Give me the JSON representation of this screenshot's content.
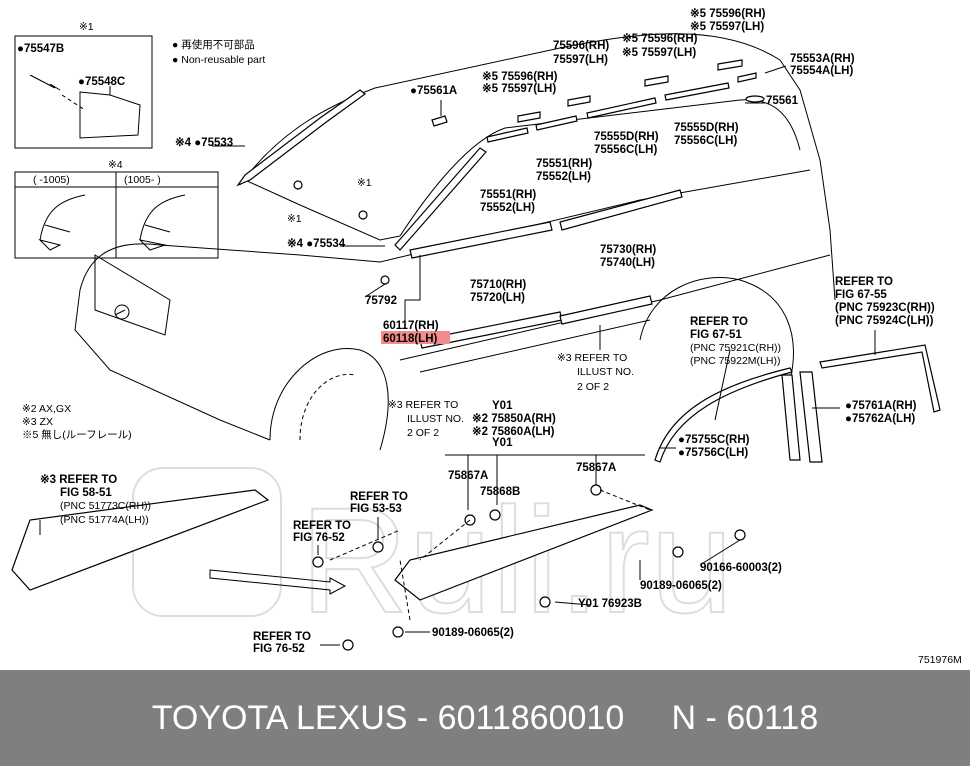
{
  "diagram": {
    "box1": {
      "note": "※1",
      "items": [
        "●75547B",
        "●75548C"
      ]
    },
    "legend": [
      "● 再使用不可部品",
      "● Non-reusable part"
    ],
    "box2": {
      "note": "※4",
      "col1": "(     -1005)",
      "col2": "(1005-     )"
    },
    "labels": {
      "l75533": "※4 ●75533",
      "l75561a": "●75561A",
      "n1a": "※1",
      "n1b": "※1",
      "l75534": "※4 ●75534",
      "a1": "75596(RH)",
      "a2": "75597(LH)",
      "b1": "※5 75596(RH)",
      "b2": "※5 75597(LH)",
      "c1": "※5 75596(RH)",
      "c2": "※5 75597(LH)",
      "d1": "※5 75596(RH)",
      "d2": "※5 75597(LH)",
      "e1": "75553A(RH)",
      "e2": "75554A(LH)",
      "l75561": "75561",
      "f1": "75555D(RH)",
      "f2": "75556C(LH)",
      "g1": "75555D(RH)",
      "g2": "75556C(LH)",
      "h1": "75551(RH)",
      "h2": "75552(LH)",
      "i1": "75551(RH)",
      "i2": "75552(LH)",
      "j1": "75730(RH)",
      "j2": "75740(LH)",
      "k1": "75710(RH)",
      "k2": "75720(LH)",
      "l75792": "75792",
      "m1": "60117(RH)",
      "m2": "60118(LH)",
      "r1": [
        "※3 REFER TO",
        "ILLUST NO.",
        "2 OF 2"
      ],
      "r2": [
        "※3 REFER TO",
        "ILLUST NO.",
        "2 OF 2"
      ],
      "r3": [
        "REFER TO",
        "FIG 67-51",
        "(PNC 75921C(RH))",
        "(PNC 75922M(LH))"
      ],
      "r4": [
        "REFER TO",
        "FIG 67-55",
        "(PNC 75923C(RH))",
        "(PNC 75924C(LH))"
      ],
      "p1": "●75761A(RH)",
      "p2": "●75762A(LH)",
      "q1": "●75755C(RH)",
      "q2": "●75756C(LH)",
      "notes": [
        "※2 AX,GX",
        "※3 ZX",
        "※5 無し(ルーフレール)"
      ],
      "y1": "Y01",
      "y2": "※2 75850A(RH)",
      "y3": "※2 75860A(LH)",
      "y4": "Y01",
      "s1": "75867A",
      "s2": "75867A",
      "s3": "75868B",
      "r5": [
        "※3 REFER TO",
        "FIG 58-51",
        "(PNC 51773C(RH))",
        "(PNC 51774A(LH))"
      ],
      "r6": [
        "REFER TO",
        "FIG 53-53"
      ],
      "r7": [
        "REFER TO",
        "FIG 76-52"
      ],
      "r8": [
        "REFER TO",
        "FIG 76-52"
      ],
      "t1": "90166-60003(2)",
      "t2": "90189-06065(2)",
      "t3": "Y01 76923B",
      "t4": "90189-06065(2)",
      "code": "751976M"
    },
    "highlight_color": "#f28b8b"
  },
  "footer": {
    "text": "TOYOTA LEXUS - 6011860010     N - 60118"
  }
}
